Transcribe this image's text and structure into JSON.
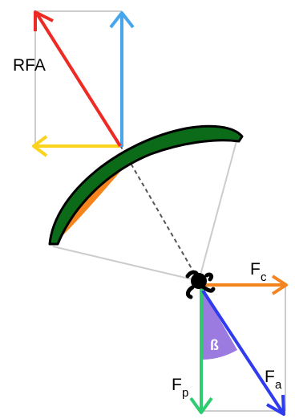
{
  "labels": {
    "rfa": "RFA",
    "fc_main": "F",
    "fc_sub": "c",
    "fp_main": "F",
    "fp_sub": "p",
    "fa_main": "F",
    "fa_sub": "a",
    "beta": "ß"
  },
  "colors": {
    "rfa_arrow": "#ee2a24",
    "lift_arrow": "#45a6ee",
    "drag_arrow": "#fbd21c",
    "wing_top": "#0c6b18",
    "wing_bottom": "#f5841f",
    "centrifugal_arrow": "#f5841f",
    "weight_arrow": "#2ecc71",
    "resultant_arrow": "#2f3bef",
    "angle_sector": "#9b7be0",
    "construction_lines": "#cccccc",
    "pilot": "#000000"
  }
}
